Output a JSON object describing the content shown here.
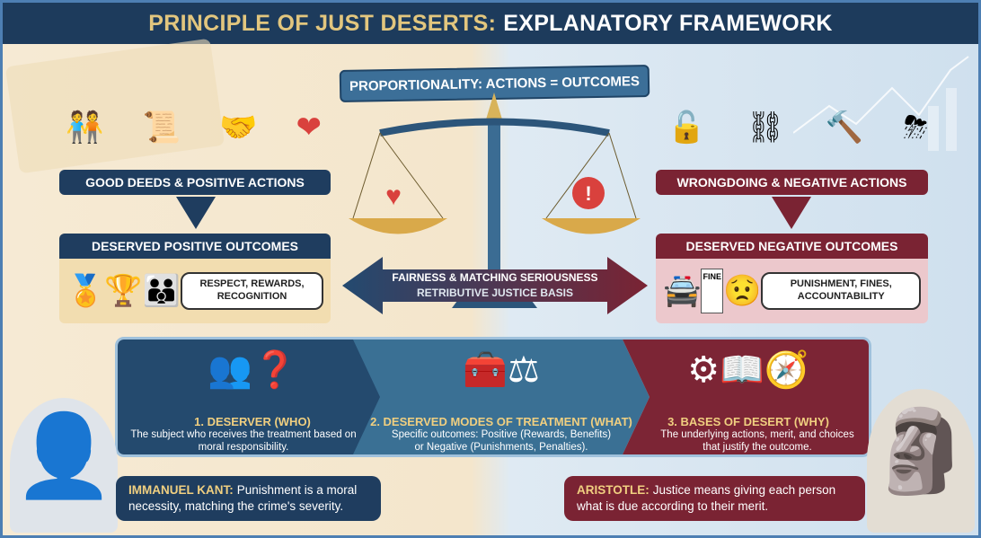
{
  "title": {
    "part1": "PRINCIPLE OF JUST DESERTS:",
    "part2": "EXPLANATORY FRAMEWORK"
  },
  "banner": "PROPORTIONALITY: ACTIONS = OUTCOMES",
  "left": {
    "action": "GOOD DEEDS & POSITIVE ACTIONS",
    "outcome_title": "DESERVED POSITIVE OUTCOMES",
    "bubble": "RESPECT, REWARDS, RECOGNITION"
  },
  "right": {
    "action": "WRONGDOING & NEGATIVE ACTIONS",
    "outcome_title": "DESERVED NEGATIVE OUTCOMES",
    "bubble": "PUNISHMENT, FINES, ACCOUNTABILITY",
    "fine_label": "FINE"
  },
  "center": {
    "line1": "FAIRNESS & MATCHING SERIOUSNESS",
    "line2": "RETRIBUTIVE JUSTICE BASIS"
  },
  "segments": [
    {
      "title": "1. DESERVER (WHO)",
      "text": "The subject who receives the treatment based on moral responsibility."
    },
    {
      "title": "2. DESERVED MODES OF TREATMENT (WHAT)",
      "text": "Specific outcomes: Positive (Rewards, Benefits) or Negative (Punishments, Penalties)."
    },
    {
      "title": "3. BASES OF DESERT (WHY)",
      "text": "The underlying actions, merit, and choices that justify the outcome."
    }
  ],
  "quotes": {
    "kant": {
      "name": "IMMANUEL KANT:",
      "text": "Punishment is a moral necessity, matching the crime's severity."
    },
    "aristotle": {
      "name": "ARISTOTLE:",
      "text": "Justice means giving each person what is due according to their merit."
    }
  },
  "colors": {
    "navy": "#1f3d5f",
    "maroon": "#7a2333",
    "gold": "#e2c67e",
    "blue": "#3a7094"
  }
}
